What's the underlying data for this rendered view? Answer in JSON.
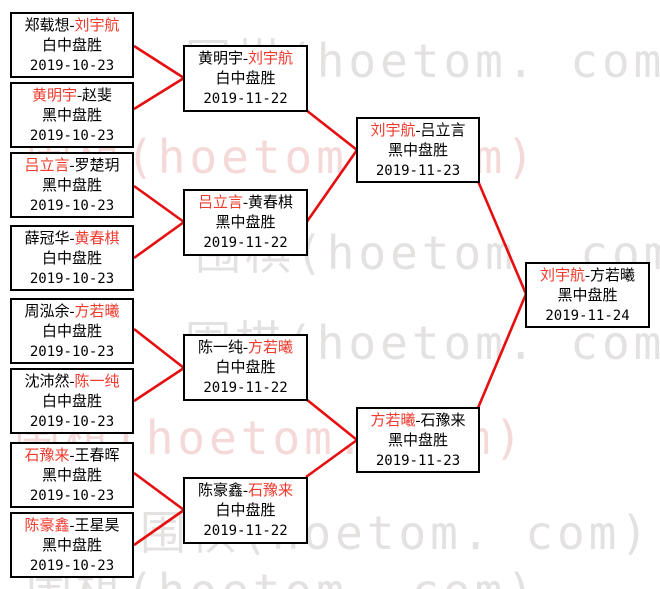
{
  "watermark": {
    "text": "围棋(hoetom. com)"
  },
  "colors": {
    "win_red": "#f03a2e",
    "line_red": "#e60e0e",
    "border_black": "#000000",
    "watermark_gray": "#e4e1e1",
    "watermark_pink": "#f5d9d9"
  },
  "separator": "-",
  "matches": [
    {
      "round": "round1",
      "p1": "郑载想",
      "p2": "刘宇航",
      "winner": "p2",
      "result": "白中盘胜",
      "date": "2019-10-23"
    },
    {
      "round": "round1",
      "p1": "黄明宇",
      "p2": "赵斐",
      "winner": "p1",
      "result": "黑中盘胜",
      "date": "2019-10-23"
    },
    {
      "round": "round1",
      "p1": "吕立言",
      "p2": "罗楚玥",
      "winner": "p1",
      "result": "黑中盘胜",
      "date": "2019-10-23"
    },
    {
      "round": "round1",
      "p1": "薛冠华",
      "p2": "黄春棋",
      "winner": "p2",
      "result": "白中盘胜",
      "date": "2019-10-23"
    },
    {
      "round": "round1",
      "p1": "周泓余",
      "p2": "方若曦",
      "winner": "p2",
      "result": "白中盘胜",
      "date": "2019-10-23"
    },
    {
      "round": "round1",
      "p1": "沈沛然",
      "p2": "陈一纯",
      "winner": "p2",
      "result": "白中盘胜",
      "date": "2019-10-23"
    },
    {
      "round": "round1",
      "p1": "石豫来",
      "p2": "王春晖",
      "winner": "p1",
      "result": "黑中盘胜",
      "date": "2019-10-23"
    },
    {
      "round": "round1",
      "p1": "陈豪鑫",
      "p2": "王星昊",
      "winner": "p1",
      "result": "黑中盘胜",
      "date": "2019-10-23"
    },
    {
      "round": "quarterfinal",
      "p1": "黄明宇",
      "p2": "刘宇航",
      "winner": "p2",
      "result": "白中盘胜",
      "date": "2019-11-22"
    },
    {
      "round": "quarterfinal",
      "p1": "吕立言",
      "p2": "黄春棋",
      "winner": "p1",
      "result": "黑中盘胜",
      "date": "2019-11-22"
    },
    {
      "round": "quarterfinal",
      "p1": "陈一纯",
      "p2": "方若曦",
      "winner": "p2",
      "result": "白中盘胜",
      "date": "2019-11-22"
    },
    {
      "round": "quarterfinal",
      "p1": "陈豪鑫",
      "p2": "石豫来",
      "winner": "p2",
      "result": "白中盘胜",
      "date": "2019-11-22"
    },
    {
      "round": "semifinal",
      "p1": "刘宇航",
      "p2": "吕立言",
      "winner": "p1",
      "result": "黑中盘胜",
      "date": "2019-11-23"
    },
    {
      "round": "semifinal",
      "p1": "方若曦",
      "p2": "石豫来",
      "winner": "p1",
      "result": "黑中盘胜",
      "date": "2019-11-23"
    },
    {
      "round": "final",
      "p1": "刘宇航",
      "p2": "方若曦",
      "winner": "p1",
      "result": "黑中盘胜",
      "date": "2019-11-24"
    }
  ]
}
